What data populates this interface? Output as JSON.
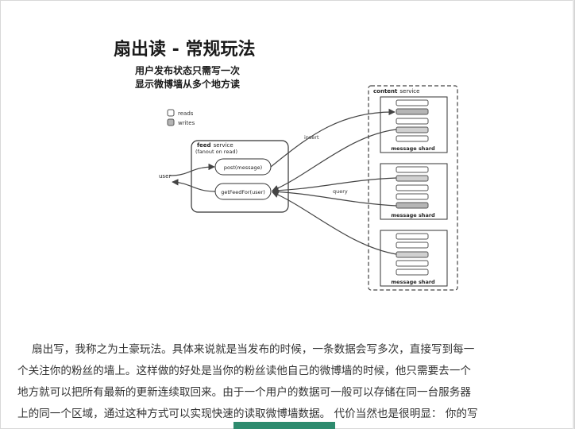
{
  "title": "扇出读 - 常规玩法",
  "subtitle_lines": [
    "用户发布状态只需写一次",
    "显示微博墙从多个地方读"
  ],
  "legend": {
    "reads": "reads",
    "writes": "writes"
  },
  "feed_service": {
    "title": "feed",
    "title_suffix": "service",
    "note": "(fanout on read)",
    "post_method": "post(message)",
    "get_method": "getFeedFor(user)"
  },
  "user_label": "user",
  "insert_label": "insert",
  "query_label": "query",
  "content_service": {
    "title": "content",
    "title_suffix": "service"
  },
  "shard_label": "message shard",
  "paragraph_lines": [
    "扇出写，我称之为土豪玩法。具体来说就是当发布的时候，一条数据会写多次，直接写到每一",
    "个关注你的粉丝的墙上。这样做的好处是当你的粉丝读他自己的微博墙的时候，他只需要去一个",
    "地方就可以把所有最新的更新连续取回来。由于一个用户的数据可一般可以存储在同一台服务器",
    "上的同一个区域，通过这种方式可以实现快速的读取微博墙数据。 代价当然也是很明显： 你的写"
  ],
  "colors": {
    "read_fill": "#ffffff",
    "write_fill": "#b5b5b5",
    "accent": "#2e8b6e"
  }
}
